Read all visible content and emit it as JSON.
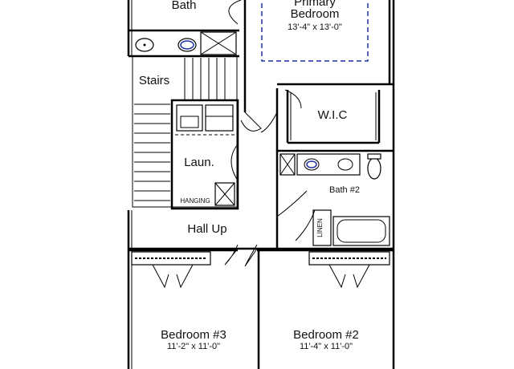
{
  "rooms": {
    "bath_top": "Bath",
    "primary_bedroom_line1": "Primary",
    "primary_bedroom_line2": "Bedroom",
    "primary_bedroom_size": "13'-4\" x 13'-0\"",
    "stairs": "Stairs",
    "wic": "W.I.C",
    "laundry": "Laun.",
    "hanging": "HANGING",
    "bath2": "Bath #2",
    "hall_up": "Hall Up",
    "linen": "LINEN",
    "bedroom3": "Bedroom #3",
    "bedroom3_size": "11'-2\" x 11'-0\"",
    "bedroom2": "Bedroom #2",
    "bedroom2_size": "11'-4\" x 11'-0\""
  },
  "colors": {
    "wall": "#000000",
    "tray_ceiling": "#1f2fa8",
    "sink_basin": "#1f2fa8",
    "background": "#ffffff"
  }
}
